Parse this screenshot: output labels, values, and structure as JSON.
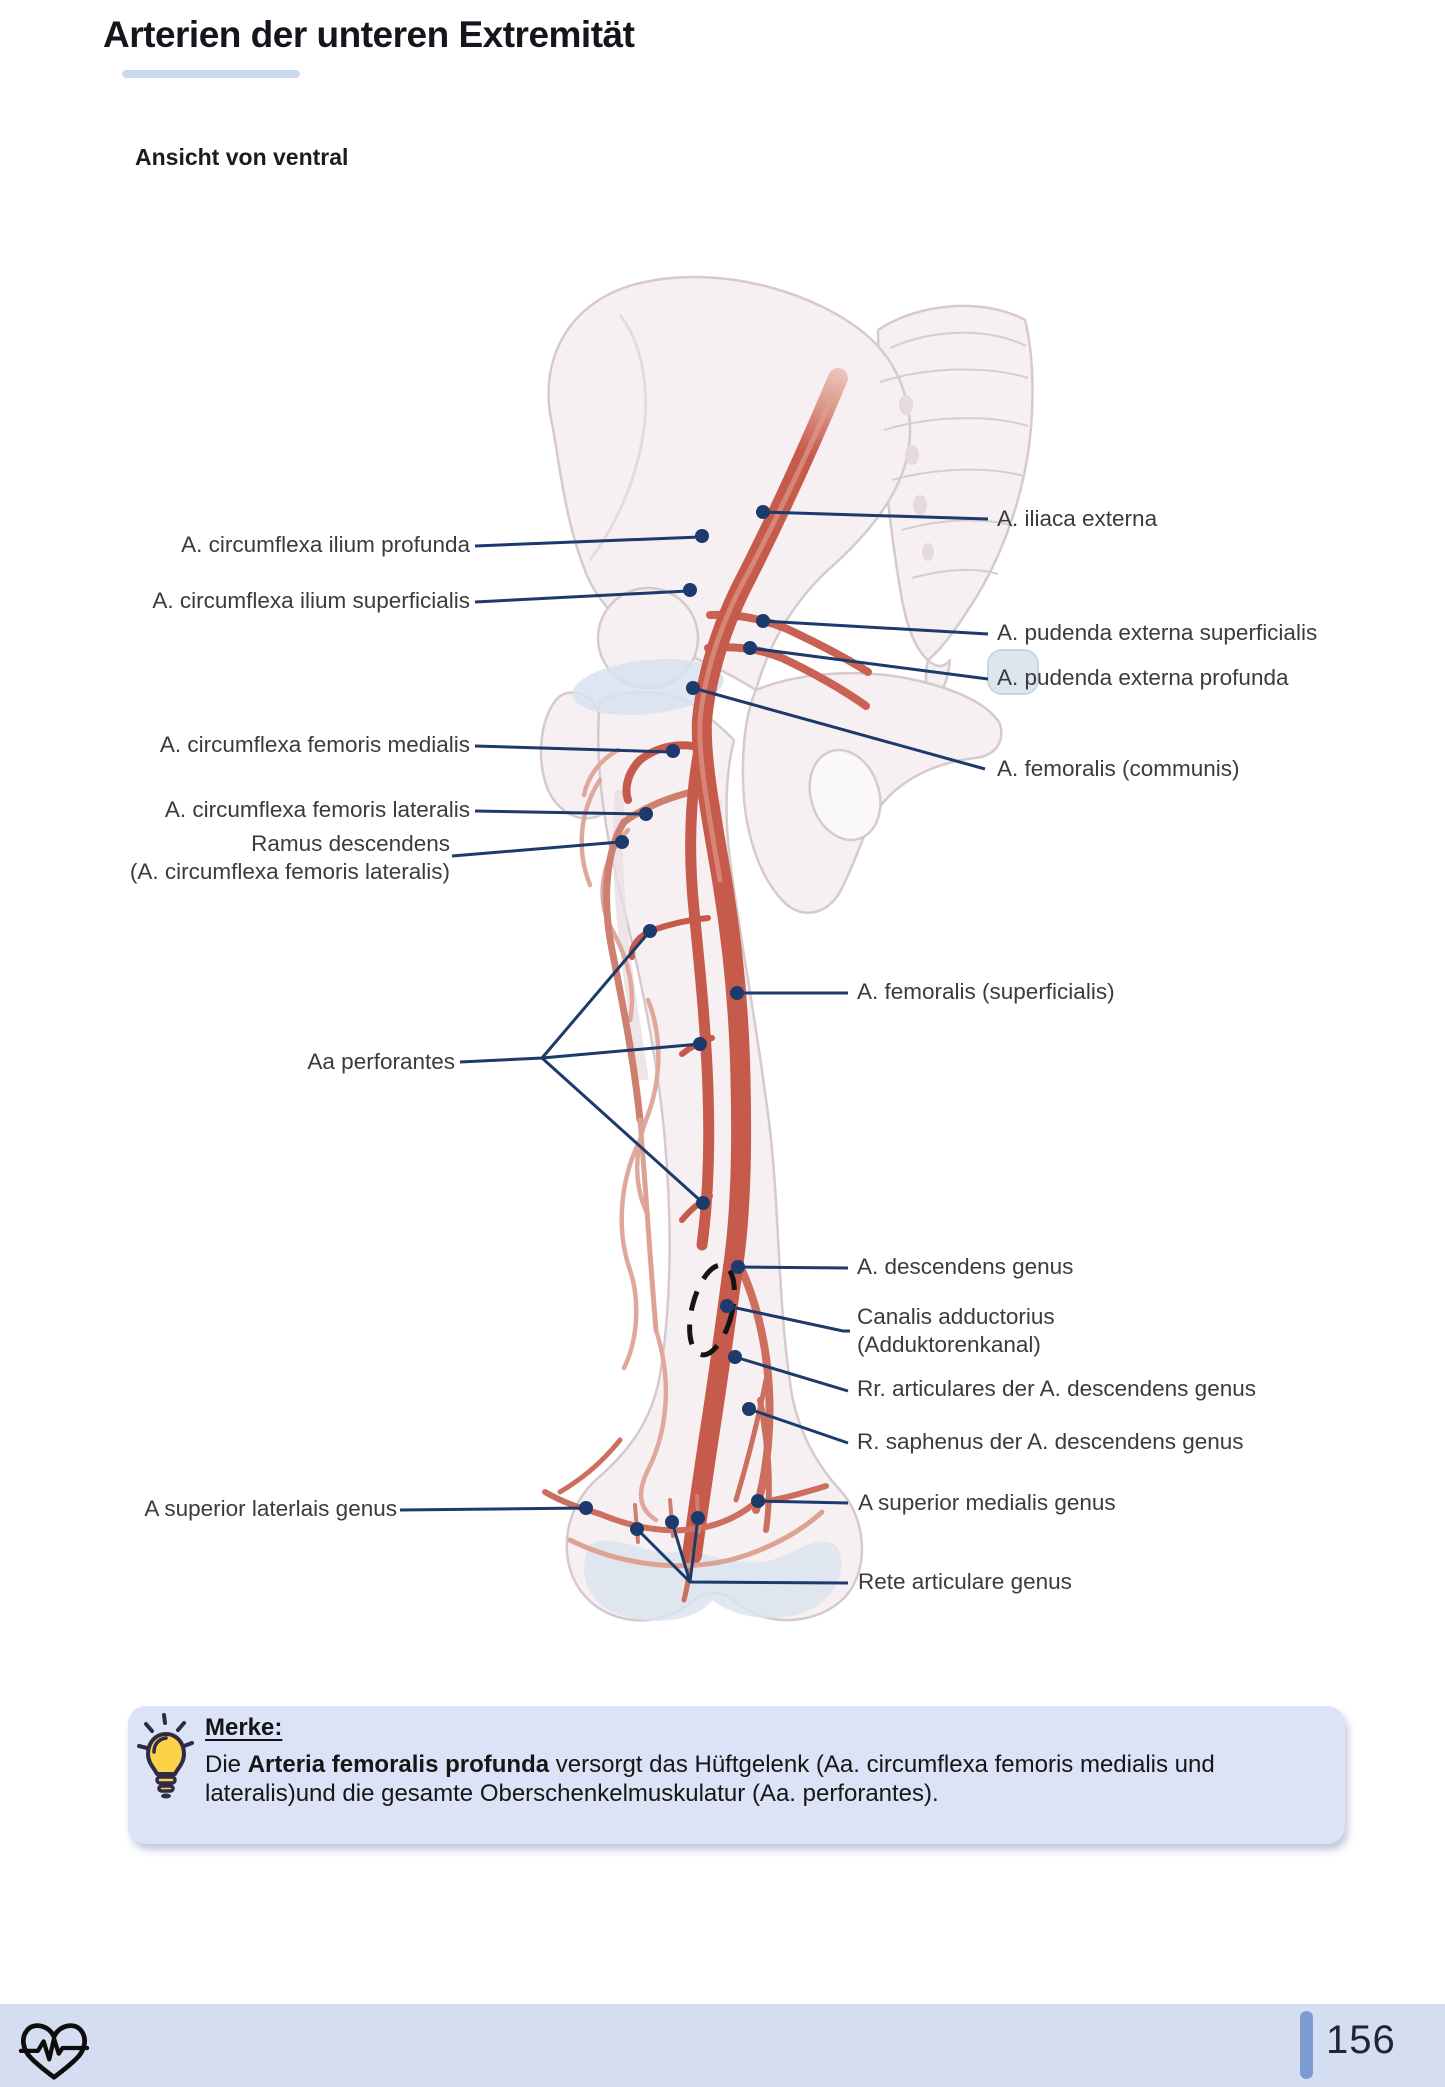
{
  "page": {
    "title": "Arterien der unteren Extremität",
    "subtitle": "Ansicht von ventral"
  },
  "figure": {
    "labels_left": [
      {
        "text": "A. circumflexa ilium profunda"
      },
      {
        "text": "A. circumflexa ilium superficialis"
      },
      {
        "text": "A. circumflexa femoris medialis"
      },
      {
        "text": "A. circumflexa femoris lateralis"
      },
      {
        "line1": "Ramus descendens",
        "line2": "(A. circumflexa femoris lateralis)"
      },
      {
        "text": "Aa perforantes"
      },
      {
        "text": "A superior laterlais genus"
      }
    ],
    "labels_right": [
      {
        "text": "A. iliaca externa"
      },
      {
        "text": "A. pudenda externa superficialis"
      },
      {
        "text": "A. pudenda externa profunda"
      },
      {
        "text": "A. femoralis (communis)"
      },
      {
        "text": "A. femoralis (superficialis)"
      },
      {
        "text": "A. descendens genus"
      },
      {
        "line1": "Canalis adductorius",
        "line2": "(Adduktorenkanal)"
      },
      {
        "text": "Rr. articulares der A. descendens genus"
      },
      {
        "text": "R. saphenus der A. descendens genus"
      },
      {
        "text": "A superior medialis genus"
      },
      {
        "text": "Rete articulare genus"
      }
    ]
  },
  "note": {
    "heading": "Merke:",
    "body_lead": "Die ",
    "body_bold": "Arteria femoralis profunda",
    "body_rest": " versorgt das Hüftgelenk (Aa. circumflexa femoris medialis und lateralis)und die gesamte Oberschenkelmuskulatur (Aa. perforantes)."
  },
  "footer": {
    "page_number": "156",
    "logo_icon": "heartbeat-heart-icon"
  },
  "colors": {
    "leader_line": "#1c3a6b",
    "title_underline": "#cdd8f3",
    "note_background": "#dce3f6",
    "footer_background": "#d5ddf0",
    "footer_accent": "#7e9ad2",
    "artery_red": "#c65a4b",
    "bone_fill": "#f6f0f2"
  }
}
